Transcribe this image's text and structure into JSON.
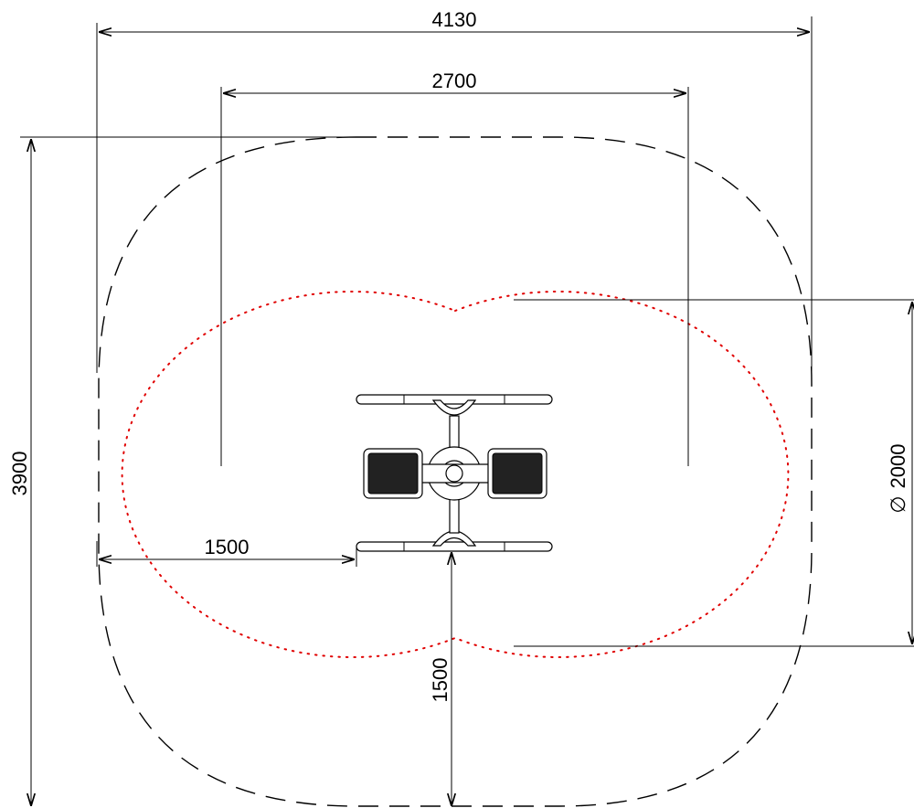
{
  "dimensions": {
    "overall_width": "4130",
    "inner_width": "2700",
    "overall_height": "3900",
    "left_clearance": "1500",
    "bottom_clearance": "1500",
    "free_fall_diameter": "2000",
    "diameter_symbol": "∅"
  },
  "colors": {
    "line": "#000000",
    "free_fall_zone": "#e00000",
    "background": "#ffffff"
  }
}
